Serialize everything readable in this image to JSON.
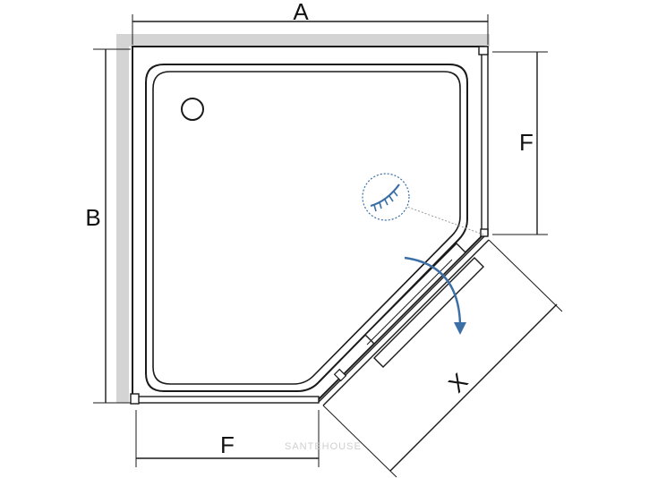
{
  "labels": {
    "width": "A",
    "depth": "B",
    "side_right": "F",
    "side_bottom": "F",
    "door": "X"
  },
  "watermark": "SANTEHOUSE",
  "colors": {
    "line": "#1a1a1a",
    "wall": "#d4d4d4",
    "accent": "#3b6fa6"
  },
  "icons": [
    "drain-icon",
    "hinge-detail-icon",
    "door-swing-arrow-icon"
  ]
}
